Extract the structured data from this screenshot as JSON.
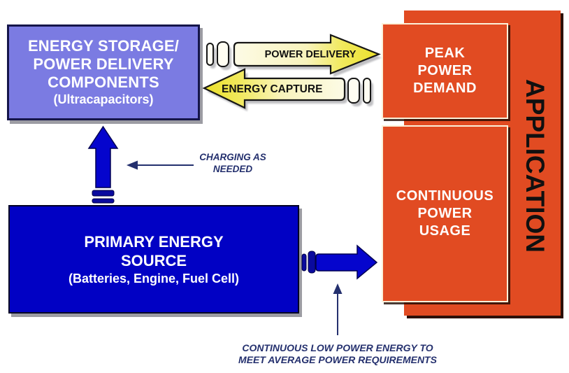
{
  "boxes": {
    "storage": {
      "line1": "ENERGY STORAGE/",
      "line2": "POWER DELIVERY",
      "line3": "COMPONENTS",
      "subtitle": "(Ultracapacitors)"
    },
    "primary": {
      "line1": "PRIMARY ENERGY",
      "line2": "SOURCE",
      "subtitle": "(Batteries, Engine, Fuel Cell)"
    },
    "peak": {
      "line1": "PEAK",
      "line2": "POWER",
      "line3": "DEMAND"
    },
    "continuous": {
      "line1": "CONTINUOUS",
      "line2": "POWER",
      "line3": "USAGE"
    },
    "application": "APPLICATION"
  },
  "arrows": {
    "power_delivery": "POWER DELIVERY",
    "energy_capture": "ENERGY CAPTURE"
  },
  "annotations": {
    "charging_line1": "CHARGING AS",
    "charging_line2": "NEEDED",
    "continuous_line1": "CONTINUOUS LOW POWER ENERGY TO",
    "continuous_line2": "MEET AVERAGE POWER REQUIREMENTS"
  },
  "colors": {
    "storage_fill": "#7b7be2",
    "primary_fill": "#0101c4",
    "application_fill": "#e14b22",
    "arrow_yellow": "#ebe02a",
    "arrow_cream": "#fdfbe6",
    "arrow_blue": "#0505cd",
    "note_navy": "#24306e",
    "box_text": "#ffffff"
  }
}
